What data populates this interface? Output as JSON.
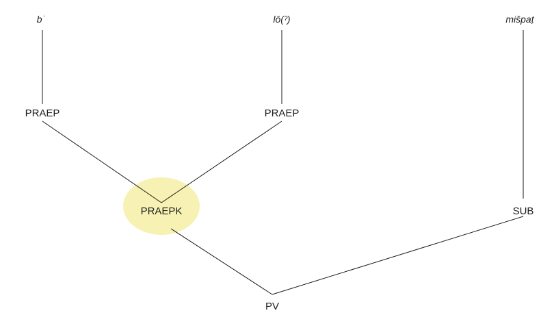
{
  "tree": {
    "highlight_color": "#f7f2b4",
    "edge_color": "#1a1a1a",
    "nodes": {
      "w1": "b˙",
      "w2": "lō(ˀ)",
      "w3": "mišpaṭ",
      "praep1": "PRAEP",
      "praep2": "PRAEP",
      "praepk": "PRAEPK",
      "sub": "SUB",
      "pv": "PV"
    }
  }
}
